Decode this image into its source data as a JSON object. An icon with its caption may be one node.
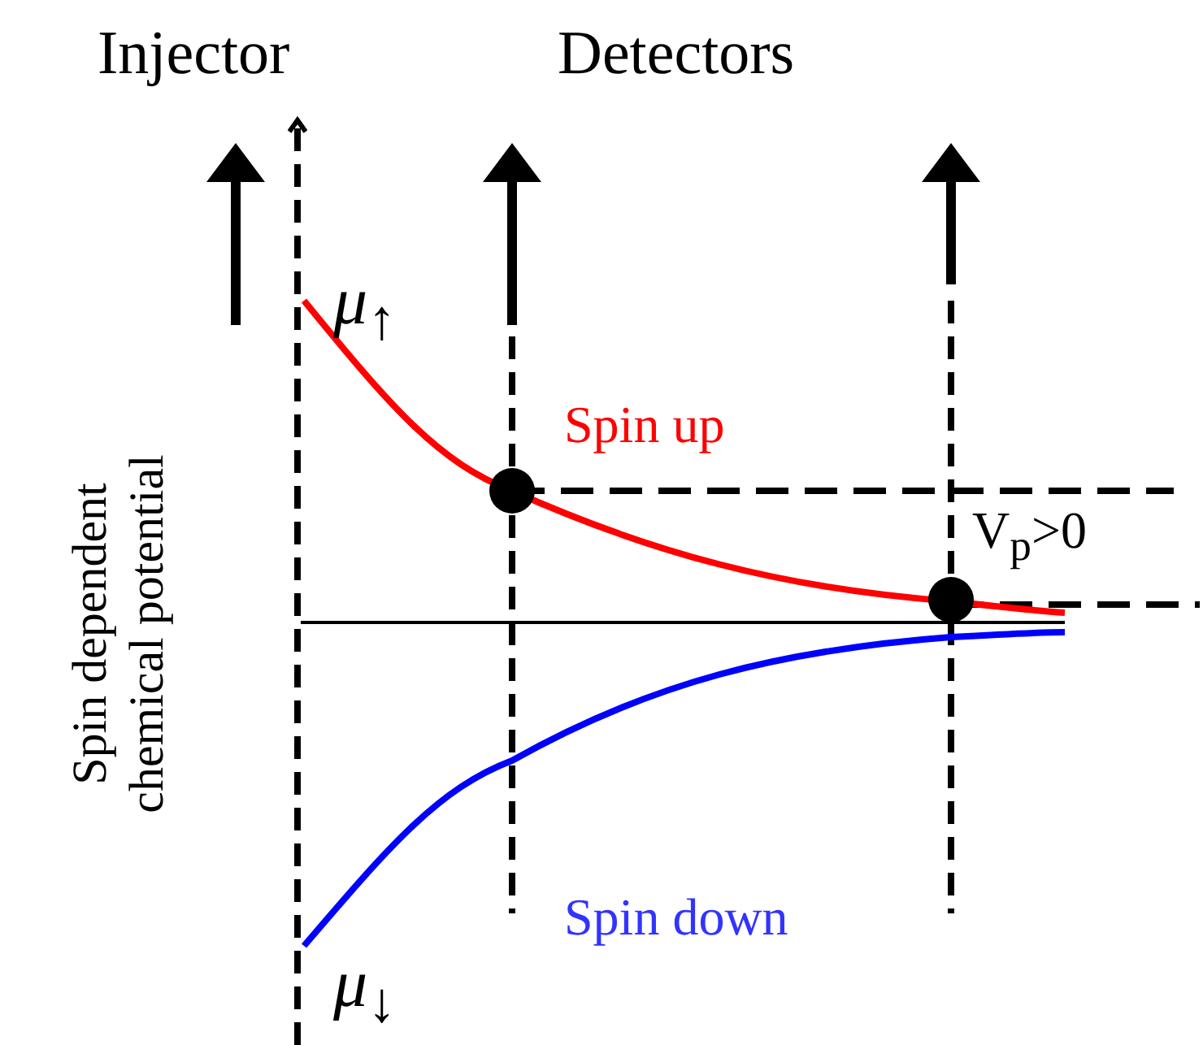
{
  "diagram": {
    "labels": [
      "Injector",
      "Detectors",
      "Spin dependent chemical potential",
      "μ$_{↑}$",
      "Spin up",
      "V$_{p}$>0",
      "Spin down",
      "μ$_{↓}$"
    ]
  }
}
